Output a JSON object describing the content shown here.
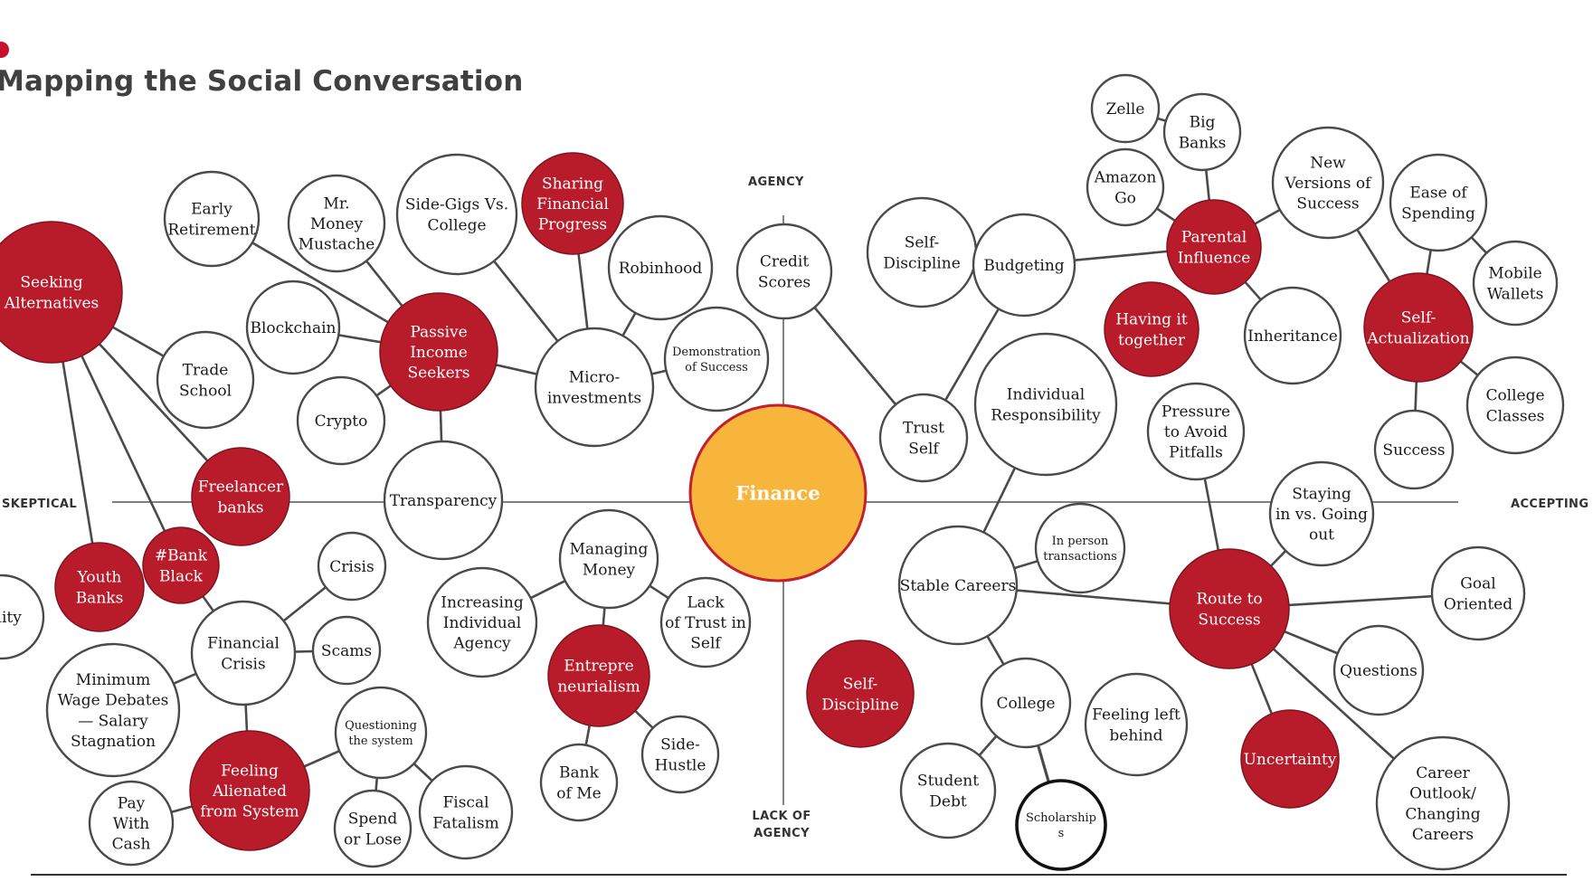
{
  "title": "Mapping the Social Conversation",
  "axes": {
    "top": "AGENCY",
    "bottom": "LACK OF AGENCY",
    "left": "SKEPTICAL",
    "right": "ACCEPTING"
  },
  "colors": {
    "red": "#b81c2b",
    "center": "#f7b53b",
    "center_border": "#c21f2f",
    "stroke": "#4a4a4a",
    "title": "#404040"
  },
  "center": {
    "id": "finance",
    "label": "Finance"
  },
  "nodes": [
    {
      "id": "seeking",
      "label": "Seeking\nAlternatives",
      "style": "red"
    },
    {
      "id": "early",
      "label": "Early\nRetirement",
      "style": "white"
    },
    {
      "id": "mrmoney",
      "label": "Mr.\nMoney\nMustache",
      "style": "white"
    },
    {
      "id": "sidegigs",
      "label": "Side-Gigs Vs.\nCollege",
      "style": "white"
    },
    {
      "id": "sharing",
      "label": "Sharing\nFinancial\nProgress",
      "style": "red"
    },
    {
      "id": "robinhood",
      "label": "Robinhood",
      "style": "white"
    },
    {
      "id": "blockchain",
      "label": "Blockchain",
      "style": "white"
    },
    {
      "id": "passive",
      "label": "Passive\nIncome\nSeekers",
      "style": "red"
    },
    {
      "id": "micro",
      "label": "Micro-\ninvestments",
      "style": "white"
    },
    {
      "id": "demo",
      "label": "Demonstration\nof Success",
      "style": "white",
      "small": true
    },
    {
      "id": "trade",
      "label": "Trade\nSchool",
      "style": "white"
    },
    {
      "id": "crypto",
      "label": "Crypto",
      "style": "white"
    },
    {
      "id": "transparency",
      "label": "Transparency",
      "style": "white"
    },
    {
      "id": "freelancer",
      "label": "Freelancer\nbanks",
      "style": "red"
    },
    {
      "id": "bankblack",
      "label": "#Bank\nBlack",
      "style": "red"
    },
    {
      "id": "youth",
      "label": "Youth\nBanks",
      "style": "red"
    },
    {
      "id": "bility",
      "label": "bility",
      "style": "white"
    },
    {
      "id": "crisis",
      "label": "Crisis",
      "style": "white"
    },
    {
      "id": "fincrisis",
      "label": "Financial\nCrisis",
      "style": "white"
    },
    {
      "id": "scams",
      "label": "Scams",
      "style": "white"
    },
    {
      "id": "minwage",
      "label": "Minimum\nWage Debates\n— Salary\nStagnation",
      "style": "white"
    },
    {
      "id": "feeling",
      "label": "Feeling\nAlienated\nfrom System",
      "style": "red"
    },
    {
      "id": "questioning",
      "label": "Questioning\nthe system",
      "style": "white",
      "small": true
    },
    {
      "id": "paycash",
      "label": "Pay\nWith\nCash",
      "style": "white"
    },
    {
      "id": "spend",
      "label": "Spend\nor Lose",
      "style": "white"
    },
    {
      "id": "fiscal",
      "label": "Fiscal\nFatalism",
      "style": "white"
    },
    {
      "id": "managing",
      "label": "Managing\nMoney",
      "style": "white"
    },
    {
      "id": "increasing",
      "label": "Increasing\nIndividual\nAgency",
      "style": "white"
    },
    {
      "id": "lacktrust",
      "label": "Lack\nof Trust in\nSelf",
      "style": "white"
    },
    {
      "id": "entre",
      "label": "Entrepre\nneurialism",
      "style": "red"
    },
    {
      "id": "bankofme",
      "label": "Bank\nof Me",
      "style": "white"
    },
    {
      "id": "sidehustle",
      "label": "Side-\nHustle",
      "style": "white"
    },
    {
      "id": "credit",
      "label": "Credit\nScores",
      "style": "white"
    },
    {
      "id": "selfdisc1",
      "label": "Self-\nDiscipline",
      "style": "white"
    },
    {
      "id": "budgeting",
      "label": "Budgeting",
      "style": "white"
    },
    {
      "id": "trustself",
      "label": "Trust\nSelf",
      "style": "white"
    },
    {
      "id": "individual",
      "label": "Individual\nResponsibility",
      "style": "white"
    },
    {
      "id": "zelle",
      "label": "Zelle",
      "style": "white"
    },
    {
      "id": "bigbanks",
      "label": "Big\nBanks",
      "style": "white"
    },
    {
      "id": "amazon",
      "label": "Amazon\nGo",
      "style": "white"
    },
    {
      "id": "parental",
      "label": "Parental\nInfluence",
      "style": "red"
    },
    {
      "id": "having",
      "label": "Having it\ntogether",
      "style": "red"
    },
    {
      "id": "newversions",
      "label": "New\nVersions of\nSuccess",
      "style": "white"
    },
    {
      "id": "inheritance",
      "label": "Inheritance",
      "style": "white"
    },
    {
      "id": "ease",
      "label": "Ease of\nSpending",
      "style": "white"
    },
    {
      "id": "mobile",
      "label": "Mobile\nWallets",
      "style": "white"
    },
    {
      "id": "selfact",
      "label": "Self-\nActualization",
      "style": "red"
    },
    {
      "id": "college_classes",
      "label": "College\nClasses",
      "style": "white"
    },
    {
      "id": "success",
      "label": "Success",
      "style": "white"
    },
    {
      "id": "pressure",
      "label": "Pressure\nto Avoid\nPitfalls",
      "style": "white"
    },
    {
      "id": "staying",
      "label": "Staying\nin vs. Going\nout",
      "style": "white"
    },
    {
      "id": "route",
      "label": "Route to\nSuccess",
      "style": "red"
    },
    {
      "id": "goal",
      "label": "Goal\nOriented",
      "style": "white"
    },
    {
      "id": "questions",
      "label": "Questions",
      "style": "white"
    },
    {
      "id": "uncertainty",
      "label": "Uncertainty",
      "style": "red"
    },
    {
      "id": "career",
      "label": "Career\nOutlook/\nChanging\nCareers",
      "style": "white"
    },
    {
      "id": "stable",
      "label": "Stable Careers",
      "style": "white"
    },
    {
      "id": "inperson",
      "label": "In person\ntransactions",
      "style": "white",
      "small": true
    },
    {
      "id": "college",
      "label": "College",
      "style": "white"
    },
    {
      "id": "feelingleft",
      "label": "Feeling left\nbehind",
      "style": "white"
    },
    {
      "id": "student",
      "label": "Student\nDebt",
      "style": "white"
    },
    {
      "id": "scholarships",
      "label": "Scholarship\ns",
      "style": "white-bold",
      "small": true
    },
    {
      "id": "selfdisc2",
      "label": "Self-\nDiscipline",
      "style": "red"
    }
  ]
}
